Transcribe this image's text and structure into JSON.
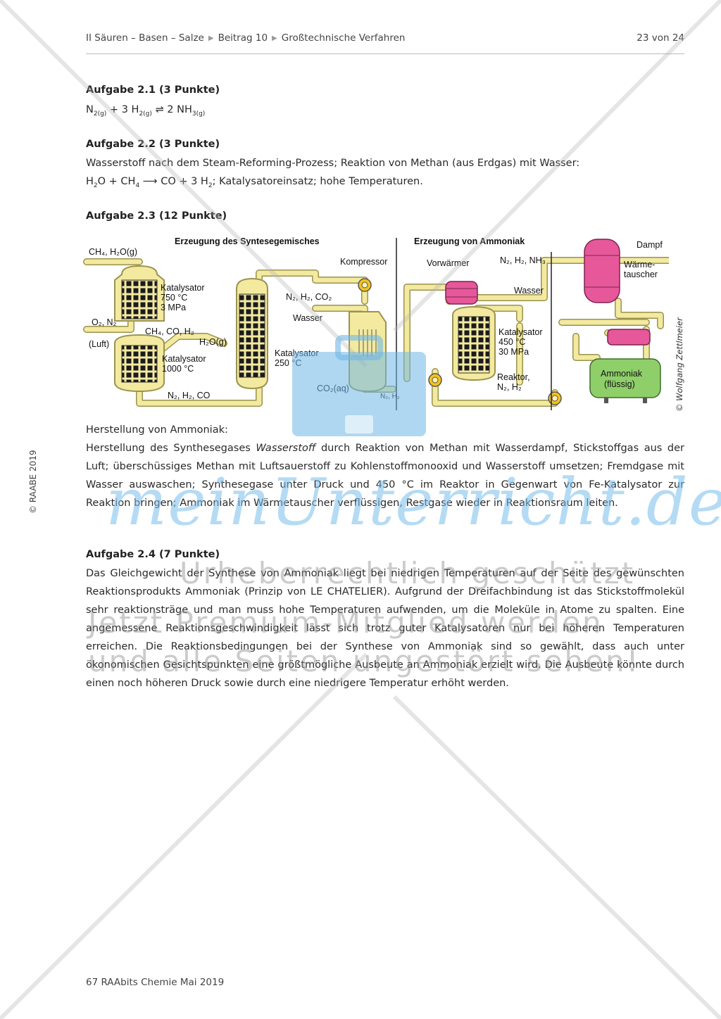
{
  "header": {
    "crumbs": [
      "II  Säuren – Basen – Salze",
      "Beitrag 10",
      "Großtechnische Verfahren"
    ],
    "page": "23 von 24"
  },
  "side_copyright": "© RAABE 2019",
  "side_author": "© Wolfgang Zettlmeier",
  "task21": {
    "heading": "Aufgabe 2.1 (3 Punkte)"
  },
  "task22": {
    "heading": "Aufgabe 2.2 (3 Punkte)",
    "line1": "Wasserstoff nach dem Steam-Reforming-Prozess; Reaktion von Methan (aus Erdgas) mit Wasser:",
    "line2_tail": "; Katalysatoreinsatz; hohe Temperaturen."
  },
  "task23": {
    "heading": "Aufgabe 2.3 (12 Punkte)",
    "sub_heading": "Herstellung von Ammoniak:",
    "text_a": "Herstellung des Synthesegases ",
    "text_italic": "Wasserstoff",
    "text_b": " durch Reaktion von Methan mit Wasserdampf, Stickstoffgas aus der Luft; überschüssiges Methan mit Luftsauerstoff zu Kohlenstoffmonooxid und Wasserstoff umsetzen; Fremdgase mit Wasser auswaschen; Synthesegase unter Druck und 450 °C im Reaktor in Gegenwart von Fe-Katalysator zur Reaktion bringen; Ammoniak im Wärmetauscher verflüssigen, Restgase wieder in Reaktionsraum leiten."
  },
  "diagram": {
    "title_left": "Erzeugung des Syntesegemisches",
    "title_right": "Erzeugung von Ammoniak",
    "input1": "CH₄, H₂O(g)",
    "input2": "O₂, N₂",
    "input2b": "(Luft)",
    "kat1": [
      "Katalysator",
      "750 °C",
      "3 MPa"
    ],
    "mid1": "CH₄, CO, H₂",
    "kat2": [
      "Katalysator",
      "1000 °C"
    ],
    "h2o": "H₂O(g)",
    "kat3": [
      "Katalysator",
      "250 °C"
    ],
    "bottom_flow": "N₂, H₂, CO",
    "kompressor": "Kompressor",
    "n2h2co2": "N₂, H₂, CO₂",
    "wasser1": "Wasser",
    "co2aq": "CO₂(aq)",
    "n2h2_small": "N₂, H₂",
    "vorwaermer": "Vorwärmer",
    "top_flow": "N₂, H₂, NH₃",
    "wasser2": "Wasser",
    "kat4": [
      "Katalysator",
      "450 °C",
      "30 MPa"
    ],
    "reaktor": [
      "Reaktor,",
      "N₂, H₂"
    ],
    "dampf": "Dampf",
    "waermetauscher": [
      "Wärme-",
      "tauscher"
    ],
    "ammoniak": [
      "Ammoniak",
      "(flüssig)"
    ]
  },
  "task24": {
    "heading": "Aufgabe 2.4 (7 Punkte)",
    "text": "Das Gleichgewicht der Synthese von Ammoniak liegt bei niedrigen Temperaturen auf der Seite des gewünschten Reaktionsprodukts Ammoniak (Prinzip von LE CHATELIER). Aufgrund der Dreifachbindung ist das Stickstoffmolekül sehr reaktionsträge und man muss hohe Temperaturen aufwenden, um die Moleküle in Atome zu spalten. Eine angemessene Reaktionsgeschwindigkeit lässt sich trotz guter Katalysatoren nur bei höheren Temperaturen erreichen. Die Reaktionsbedingungen bei der Synthese von Ammoniak sind so gewählt, dass auch unter ökonomischen Gesichtspunkten eine größtmögliche Ausbeute an Ammoniak erzielt wird. Die Ausbeute könnte durch einen noch höheren Druck sowie durch eine niedrigere Temperatur erhöht werden."
  },
  "footer": "67 RAAbits Chemie Mai 2019",
  "watermark": {
    "brand": "meinUnterricht.de",
    "line1": "Urheberrechtlich geschützt",
    "line2": "Jetzt Premium-Mitglied werden",
    "line3": "und alle Seiten ungestört sehen!"
  },
  "colors": {
    "pipe": "#f3eaa0",
    "pipe_edge": "#9a9350",
    "pump": "#f6c21a",
    "pink": "#e6589a",
    "green": "#8fcf6a",
    "watermark_blue": "#6fb7e6"
  }
}
